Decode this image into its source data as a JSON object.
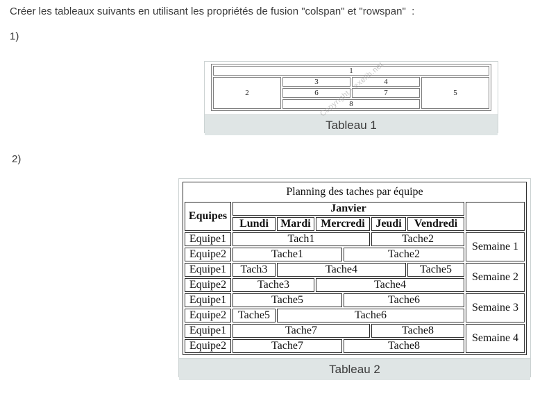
{
  "page": {
    "instruction": "Créer les tableaux suivants en utilisant les propriétés de fusion \"colspan\" et \"rowspan\"  :",
    "item1_label": "1)",
    "item2_label": "2)"
  },
  "colors": {
    "caption_band_bg": "#dfe5e5",
    "container_border": "#ccd3d3",
    "table1_border": "#7f7f7f",
    "table2_border": "#2e2e2e",
    "body_text": "#3a3a3a"
  },
  "figure1": {
    "caption": "Tableau 1",
    "watermark": "Copyright - exelib.net",
    "cells": [
      "1",
      "2",
      "3",
      "4",
      "5",
      "6",
      "7",
      "8"
    ]
  },
  "figure2": {
    "caption": "Tableau 2",
    "table": {
      "title": "Planning des taches par équipe",
      "corner_header": "Equipes",
      "month_header": "Janvier",
      "days": [
        "Lundi",
        "Mardi",
        "Mercredi",
        "Jeudi",
        "Vendredi"
      ],
      "weeks": [
        "Semaine 1",
        "Semaine 2",
        "Semaine 3",
        "Semaine 4"
      ],
      "rows": [
        {
          "team": "Equipe1",
          "tasks": [
            "Tach1",
            "Tache2"
          ]
        },
        {
          "team": "Equipe2",
          "tasks": [
            "Tache1",
            "Tache2"
          ]
        },
        {
          "team": "Equipe1",
          "tasks": [
            "Tach3",
            "Tache4",
            "Tache5"
          ]
        },
        {
          "team": "Equipe2",
          "tasks": [
            "Tache3",
            "Tache4"
          ]
        },
        {
          "team": "Equipe1",
          "tasks": [
            "Tache5",
            "Tache6"
          ]
        },
        {
          "team": "Equipe2",
          "tasks": [
            "Tache5",
            "Tache6"
          ]
        },
        {
          "team": "Equipe1",
          "tasks": [
            "Tache7",
            "Tache8"
          ]
        },
        {
          "team": "Equipe2",
          "tasks": [
            "Tache7",
            "Tache8"
          ]
        }
      ]
    }
  }
}
